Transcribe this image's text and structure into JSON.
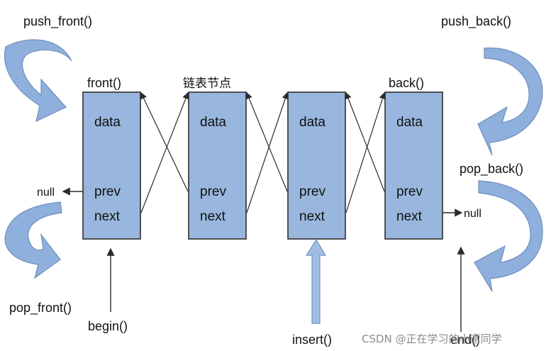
{
  "diagram": {
    "labels": {
      "push_front": "push_front()",
      "push_back": "push_back()",
      "front": "front()",
      "node": "链表节点",
      "back": "back()",
      "pop_back": "pop_back()",
      "pop_front": "pop_front()",
      "null_left": "null",
      "null_right": "null",
      "begin": "begin()",
      "insert": "insert()",
      "end": "end()"
    },
    "nodes": [
      {
        "data": "data",
        "prev": "prev",
        "next": "next"
      },
      {
        "data": "data",
        "prev": "prev",
        "next": "next"
      },
      {
        "data": "data",
        "prev": "prev",
        "next": "next"
      },
      {
        "data": "data",
        "prev": "prev",
        "next": "next"
      }
    ],
    "colors": {
      "node_fill": "#99b7de",
      "arrow_fill": "#8fb0dc",
      "line": "#2b2b2b"
    }
  },
  "watermark": "CSDN @正在学习的小谢同学"
}
